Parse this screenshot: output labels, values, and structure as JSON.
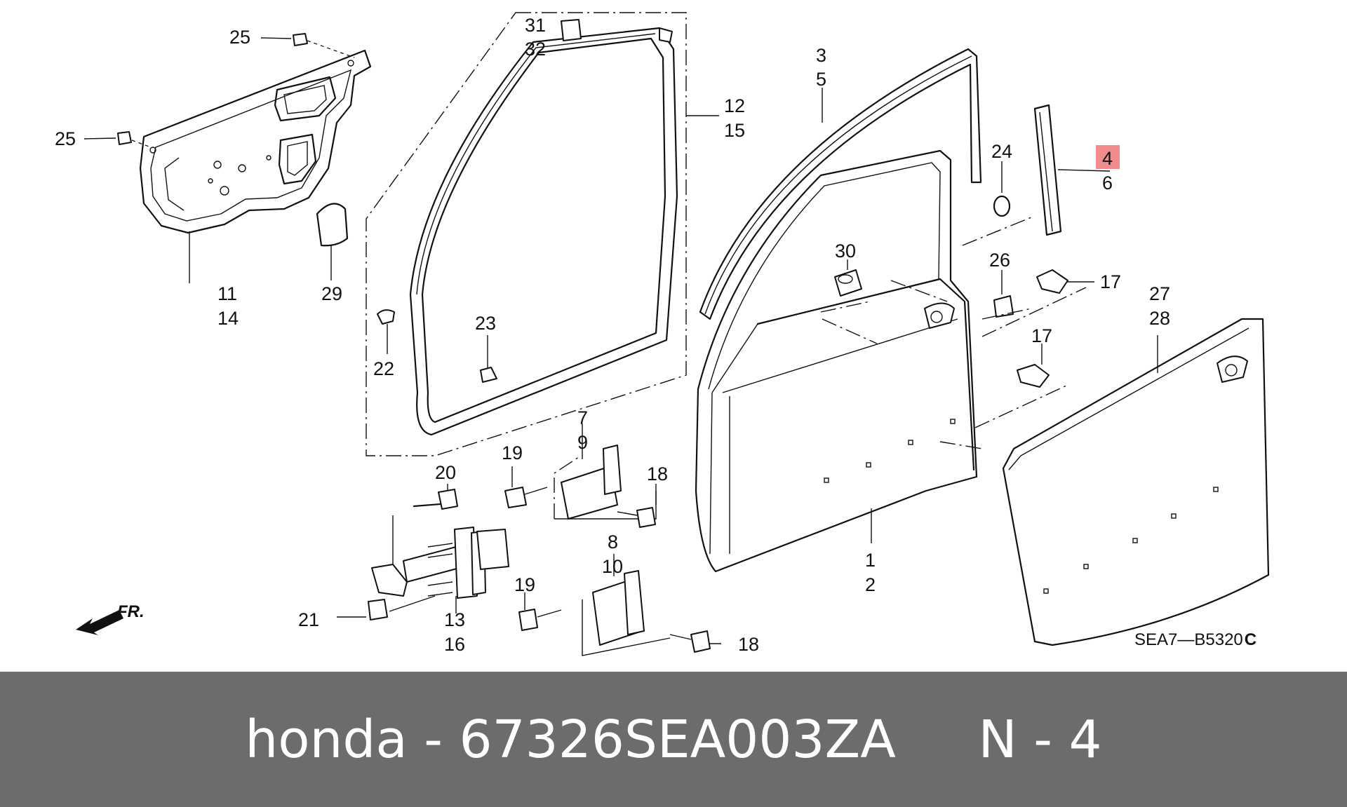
{
  "diagram": {
    "labels": {
      "n1": "1",
      "n2": "2",
      "n3": "3",
      "n4": "4",
      "n5": "5",
      "n6": "6",
      "n7": "7",
      "n8": "8",
      "n9": "9",
      "n10": "10",
      "n11": "11",
      "n12": "12",
      "n13": "13",
      "n14": "14",
      "n15": "15",
      "n16": "16",
      "n17a": "17",
      "n17b": "17",
      "n18a": "18",
      "n18b": "18",
      "n19a": "19",
      "n19b": "19",
      "n20": "20",
      "n21": "21",
      "n22": "22",
      "n23": "23",
      "n24": "24",
      "n25a": "25",
      "n25b": "25",
      "n26": "26",
      "n27": "27",
      "n28": "28",
      "n29": "29",
      "n30": "30",
      "n31": "31",
      "n32": "32"
    },
    "highlighted_label": "4",
    "highlight_color": "#f28b8b",
    "diagram_code": "SEA7—B5320",
    "diagram_code_suffix": "C",
    "front_marker": "FR."
  },
  "footer": {
    "text": "honda - 67326SEA003ZA     N - 4",
    "background": "#6c6c6c",
    "text_color": "#ffffff"
  }
}
